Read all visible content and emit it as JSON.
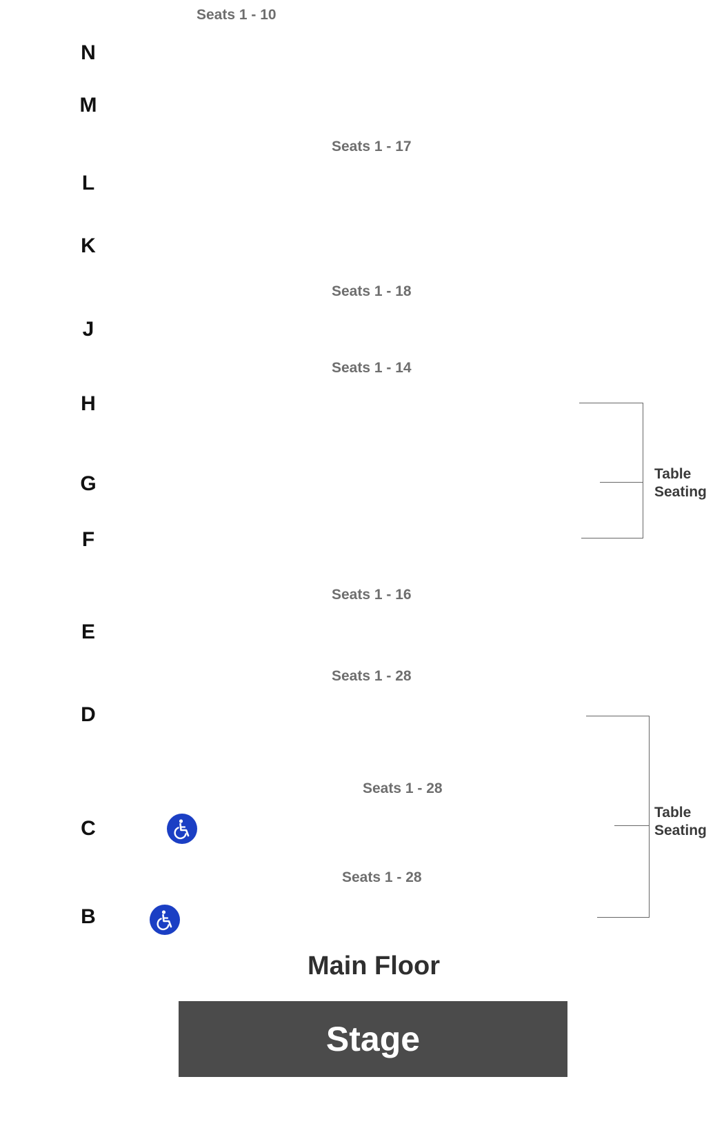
{
  "rows": {
    "N": "N",
    "M": "M",
    "L": "L",
    "K": "K",
    "J": "J",
    "H": "H",
    "G": "G",
    "F": "F",
    "E": "E",
    "D": "D",
    "C": "C",
    "B": "B"
  },
  "seat_ranges": {
    "r1": "Seats 1 - 10",
    "r2": "Seats 1 - 17",
    "r3": "Seats 1 - 18",
    "r4": "Seats 1 - 14",
    "r5": "Seats 1 - 16",
    "r6": "Seats 1 - 28",
    "r7": "Seats 1 - 28",
    "r8": "Seats 1 - 28"
  },
  "table_seating": {
    "upper": "Table\nSeating",
    "lower": "Table\nSeating"
  },
  "main_floor": "Main Floor",
  "stage": "Stage",
  "icons": {
    "wheelchair": "wheelchair-accessible-icon"
  },
  "colors": {
    "wheelchair_blue": "#1b3fc4",
    "stage_gray": "#4b4b4b",
    "seat_label_gray": "#6e6e6e"
  }
}
